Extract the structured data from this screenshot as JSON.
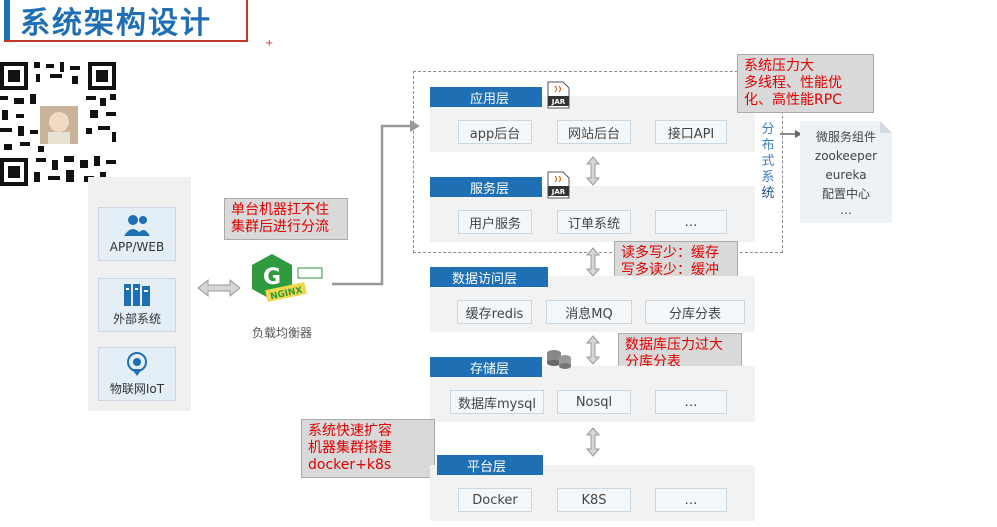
{
  "title": "系统架构设计",
  "clients": [
    {
      "label": "APP/WEB",
      "icon": "users-icon"
    },
    {
      "label": "外部系统",
      "icon": "server-rack-icon"
    },
    {
      "label": "物联网IoT",
      "icon": "iot-location-icon"
    }
  ],
  "load_balancer": {
    "label": "负载均衡器",
    "logo_text": "NGINX"
  },
  "layers": {
    "app": {
      "label": "应用层",
      "items": [
        "app后台",
        "网站后台",
        "接口API"
      ]
    },
    "service": {
      "label": "服务层",
      "items": [
        "用户服务",
        "订单系统",
        "…"
      ]
    },
    "data_access": {
      "label": "数据访问层",
      "items": [
        "缓存redis",
        "消息MQ",
        "分库分表"
      ]
    },
    "storage": {
      "label": "存储层",
      "items": [
        "数据库mysql",
        "Nosql",
        "…"
      ]
    },
    "platform": {
      "label": "平台层",
      "items": [
        "Docker",
        "K8S",
        "…"
      ]
    }
  },
  "jar_label": "JAR",
  "distributed_label": [
    "分",
    "布",
    "式",
    "系",
    "统"
  ],
  "microservice_doc": [
    "微服务组件",
    "zookeeper",
    "eureka",
    "配置中心",
    "…"
  ],
  "notes": {
    "nginx": [
      "单台机器扛不住",
      "集群后进行分流"
    ],
    "system_pressure": [
      "系统压力大",
      "多线程、性能优",
      "化、高性能RPC"
    ],
    "cache": [
      "读多写少：缓存",
      "写多读少：缓冲"
    ],
    "db_pressure": [
      "数据库压力过大",
      "分库分表"
    ],
    "scaling": [
      "系统快速扩容",
      "机器集群搭建",
      "docker+k8s"
    ]
  },
  "colors": {
    "accent": "#1f6fb5",
    "note_text": "#e00000",
    "title_border": "#c0392b"
  }
}
